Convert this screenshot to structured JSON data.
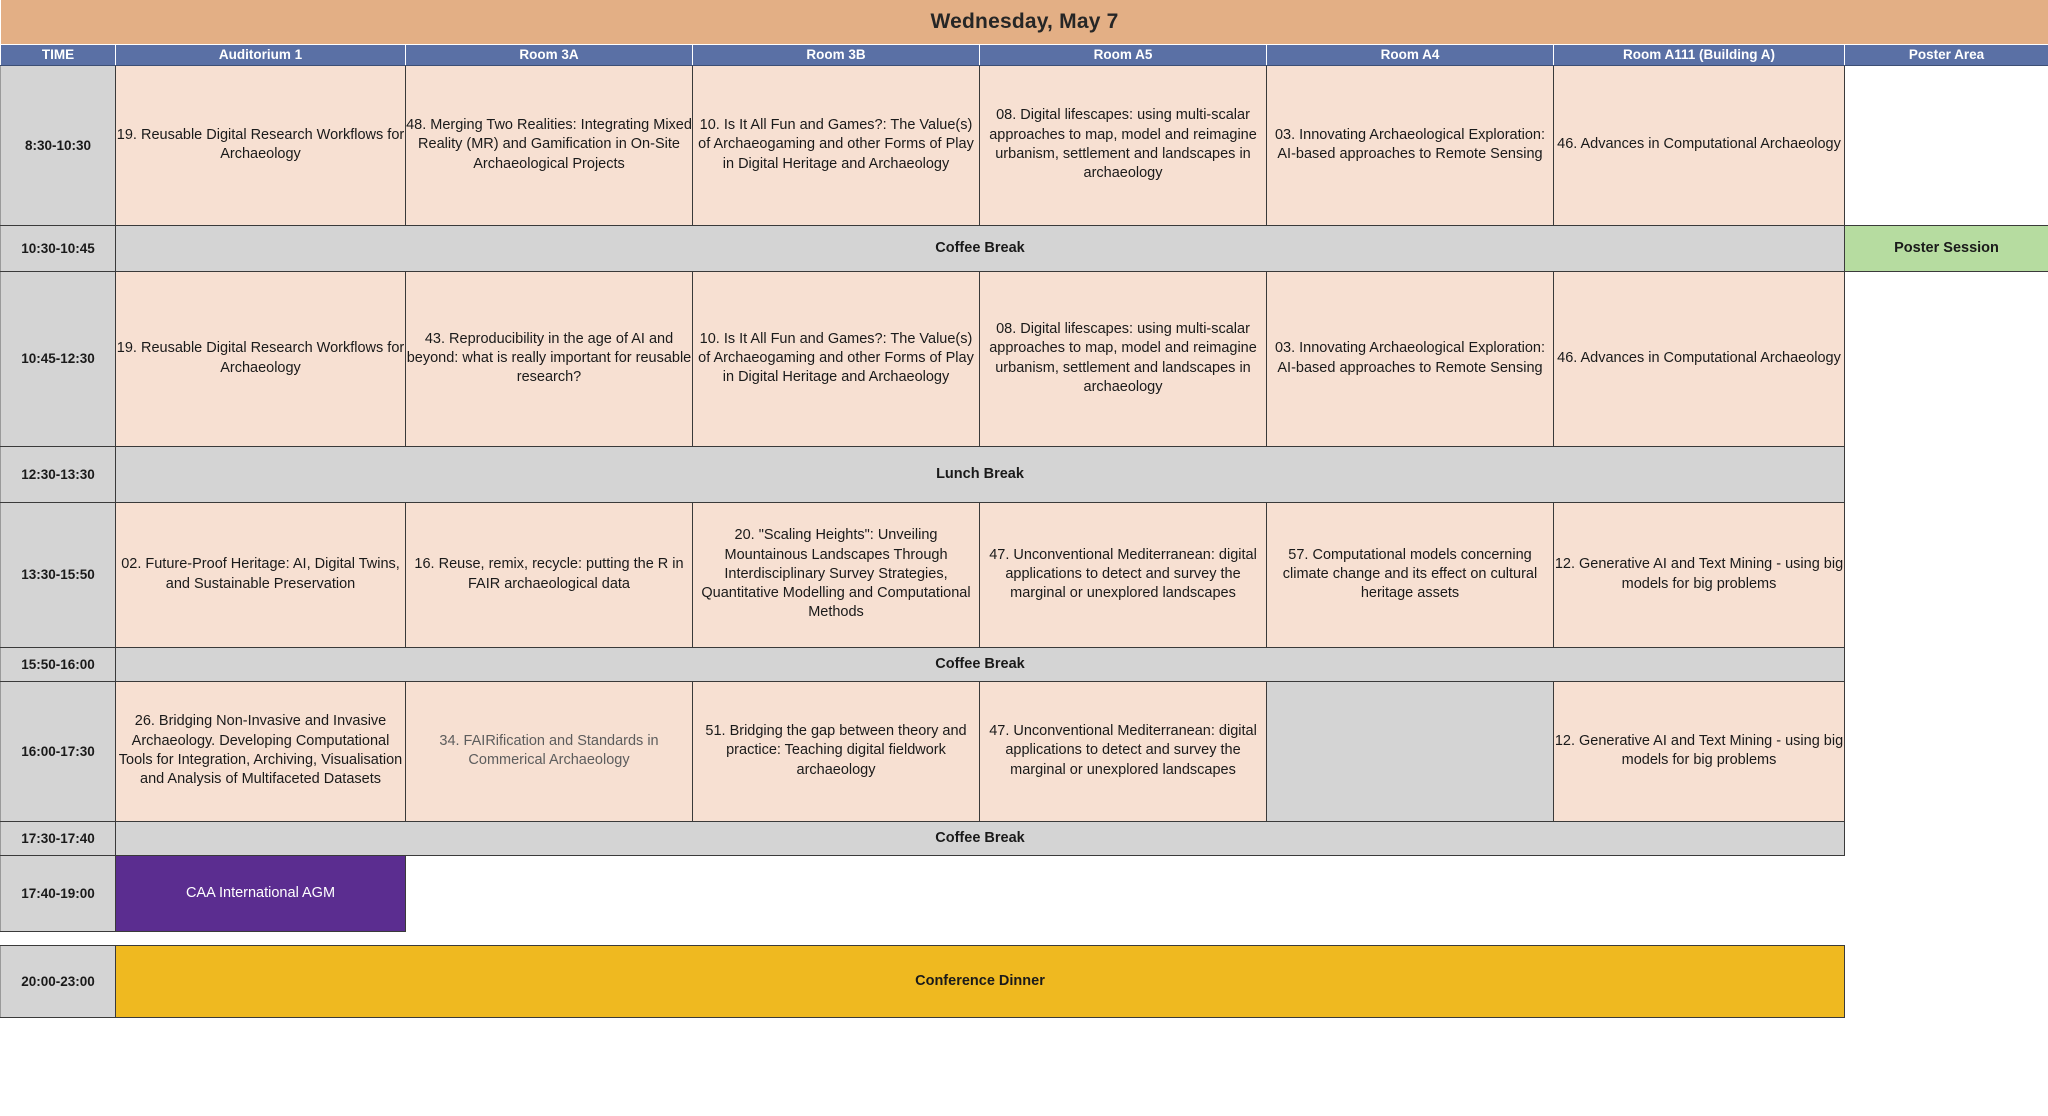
{
  "title": "Wednesday, May 7",
  "columns": [
    {
      "key": "time",
      "label": "TIME"
    },
    {
      "key": "aud1",
      "label": "Auditorium 1"
    },
    {
      "key": "r3a",
      "label": "Room 3A"
    },
    {
      "key": "r3b",
      "label": "Room 3B"
    },
    {
      "key": "ra5",
      "label": "Room A5"
    },
    {
      "key": "ra4",
      "label": "Room A4"
    },
    {
      "key": "ra111",
      "label": "Room A111 (Building A)"
    },
    {
      "key": "poster",
      "label": "Poster Area"
    }
  ],
  "colors": {
    "title_bg": "#E3AF85",
    "header_bg": "#5A70A5",
    "header_text": "#FFFFFF",
    "session_bg": "#F7E0D2",
    "time_bg": "#D4D4D4",
    "break_bg": "#D4D4D4",
    "poster_bg": "#B6DCA0",
    "agm_bg": "#5B2D90",
    "dinner_bg": "#EFB920"
  },
  "rows": {
    "r1": {
      "time": "8:30-10:30",
      "aud1": "19. Reusable Digital Research Workflows for Archaeology",
      "r3a": "48. Merging Two Realities: Integrating Mixed Reality (MR) and Gamification in On-Site Archaeological Projects",
      "r3b": "10. Is It All Fun and Games?: The Value(s) of Archaeogaming and other Forms of Play in Digital Heritage and Archaeology",
      "ra5": "08. Digital lifescapes: using multi-scalar approaches to map, model and reimagine urbanism, settlement and landscapes in archaeology",
      "ra4": "03. Innovating Archaeological Exploration: AI-based approaches to Remote Sensing",
      "ra111": "46. Advances in Computational Archaeology"
    },
    "r2": {
      "time": "10:30-10:45",
      "break": "Coffee Break",
      "poster": "Poster Session"
    },
    "r3": {
      "time": "10:45-12:30",
      "aud1": "19. Reusable Digital Research Workflows for Archaeology",
      "r3a": "43. Reproducibility in the age of AI and beyond: what is really important for reusable research?",
      "r3b": "10. Is It All Fun and Games?: The Value(s) of Archaeogaming and other Forms of Play in Digital Heritage and Archaeology",
      "ra5": "08. Digital lifescapes: using multi-scalar approaches to map, model and reimagine urbanism, settlement and landscapes in archaeology",
      "ra4": "03. Innovating Archaeological Exploration: AI-based approaches to Remote Sensing",
      "ra111": "46. Advances in Computational Archaeology"
    },
    "r4": {
      "time": "12:30-13:30",
      "break": "Lunch Break"
    },
    "r5": {
      "time": "13:30-15:50",
      "aud1": "02. Future-Proof Heritage: AI, Digital Twins, and Sustainable Preservation",
      "r3a": "16. Reuse, remix, recycle: putting the R in FAIR archaeological data",
      "r3b": "20. \"Scaling Heights\": Unveiling Mountainous Landscapes Through Interdisciplinary Survey Strategies, Quantitative Modelling and Computational Methods",
      "ra5": "47. Unconventional Mediterranean: digital applications to detect and survey the marginal or unexplored landscapes",
      "ra4": "57. Computational models concerning climate change and its effect on cultural heritage assets",
      "ra111": "12. Generative AI and Text Mining - using big models for big problems"
    },
    "r6": {
      "time": "15:50-16:00",
      "break": "Coffee Break"
    },
    "r7": {
      "time": "16:00-17:30",
      "aud1": "26. Bridging Non-Invasive and Invasive Archaeology. Developing Computational Tools for Integration, Archiving, Visualisation and Analysis of Multifaceted Datasets",
      "r3a": "34. FAIRification and Standards in Commerical Archaeology",
      "r3b": "51. Bridging the gap between theory and practice: Teaching digital fieldwork archaeology",
      "ra5": "47. Unconventional Mediterranean: digital applications to detect and survey the marginal or unexplored landscapes",
      "ra4": "",
      "ra111": "12. Generative AI and Text Mining - using big models for big problems"
    },
    "r8": {
      "time": "17:30-17:40",
      "break": "Coffee Break"
    },
    "r9": {
      "time": "17:40-19:00",
      "agm": "CAA International AGM"
    },
    "r10": {
      "time": "20:00-23:00",
      "dinner": "Conference Dinner"
    }
  }
}
